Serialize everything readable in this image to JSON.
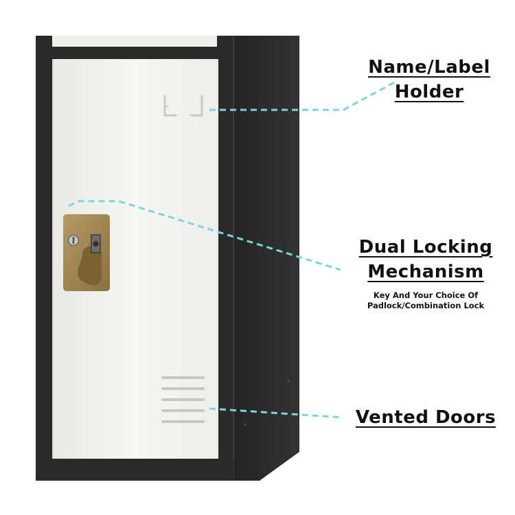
{
  "callouts": {
    "name_holder": {
      "line1": "Name/Label",
      "line2": "Holder"
    },
    "dual_locking": {
      "line1": "Dual Locking",
      "line2": "Mechanism",
      "sub1": "Key And Your Choice Of",
      "sub2": "Padlock/Combination Lock"
    },
    "vented_doors": {
      "line1": "Vented Doors"
    }
  },
  "colors": {
    "cabinet_dark": "#2b2b2b",
    "door_white": "#f2f2ef",
    "handle_bronze": "#a0854f",
    "leader_line": "#79d6d9"
  }
}
